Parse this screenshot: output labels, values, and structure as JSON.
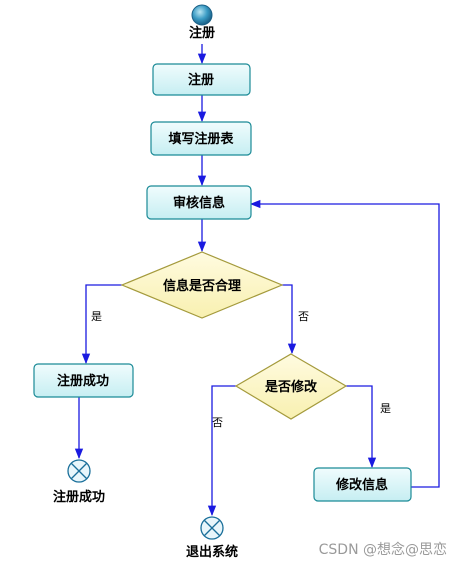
{
  "diagram": {
    "start_label": "注册",
    "actions": {
      "register": "注册",
      "fill_form": "填写注册表",
      "review": "审核信息",
      "success": "注册成功",
      "modify": "修改信息"
    },
    "decisions": {
      "info_valid": "信息是否合理",
      "modify_q": "是否修改"
    },
    "edge_labels": {
      "yes_left": "是",
      "no_right": "否",
      "no_left": "否",
      "yes_right": "是"
    },
    "ends": {
      "success_end": "注册成功",
      "exit_end": "退出系统"
    },
    "colors": {
      "box_fill": "#d9f5f7",
      "box_stroke": "#1a8a96",
      "diamond_fill": "#fdf7c8",
      "diamond_stroke": "#a49a3c",
      "arrow": "#1a1ae0"
    }
  },
  "watermark": "CSDN @想念@思恋"
}
